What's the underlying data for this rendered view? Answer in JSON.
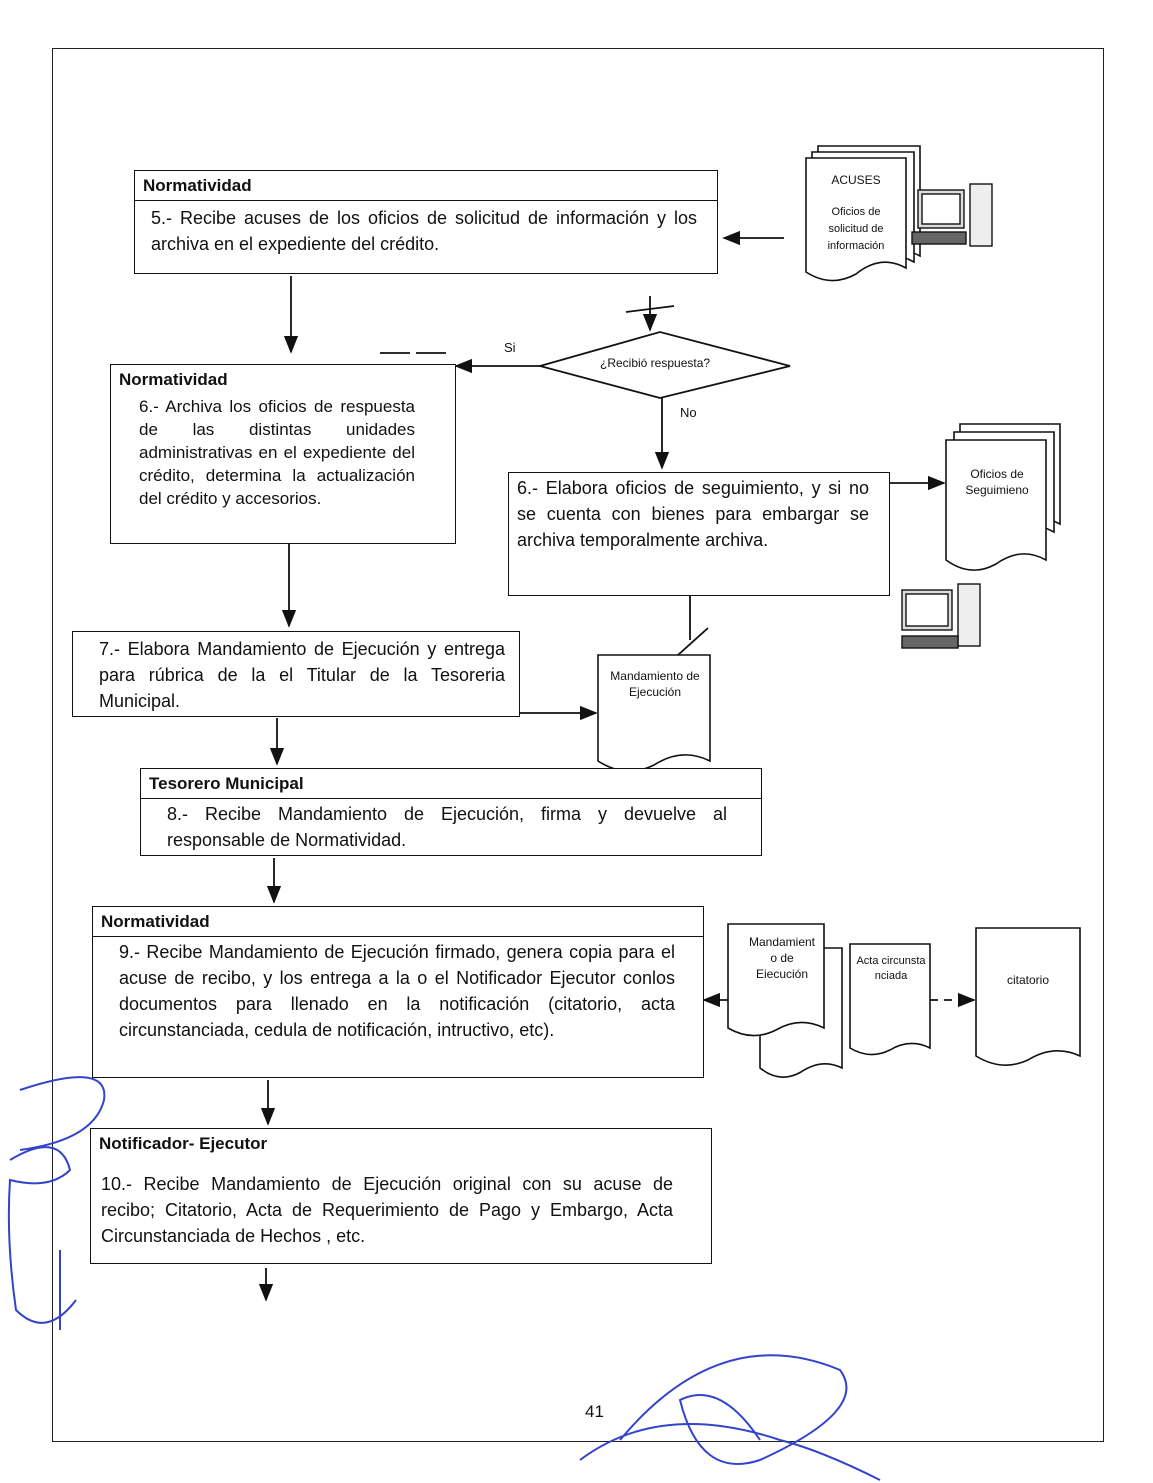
{
  "steps": {
    "s5": {
      "header": "Normatividad",
      "text": "5.- Recibe acuses de los oficios de solicitud de información y los archiva en el expediente del crédito."
    },
    "s6a": {
      "header": "Normatividad",
      "text": "6.- Archiva los oficios de respuesta de las distintas unidades administrativas en el expediente del crédito, determina la actualización del crédito y accesorios."
    },
    "s6b": {
      "text": "6.- Elabora oficios de seguimiento, y si no se cuenta con bienes para embargar se archiva temporalmente archiva."
    },
    "s7": {
      "text": "7.- Elabora Mandamiento de Ejecución y entrega para rúbrica de la el Titular de la Tesoreria Municipal."
    },
    "s8": {
      "header": "Tesorero Municipal",
      "text": "8.- Recibe Mandamiento de Ejecución, firma y devuelve al responsable de Normatividad."
    },
    "s9": {
      "header": "Normatividad",
      "text": "9.- Recibe Mandamiento de Ejecución firmado, genera copia para el acuse de recibo, y los entrega a la o el Notificador Ejecutor conlos documentos para llenado en la notificación (citatorio, acta circunstanciada, cedula de notificación, intructivo, etc)."
    },
    "s10": {
      "header": "Notificador- Ejecutor",
      "text": "10.- Recibe Mandamiento de Ejecución original con su acuse de recibo; Citatorio, Acta de Requerimiento de Pago y Embargo, Acta Circunstanciada de Hechos , etc."
    }
  },
  "decision": {
    "question": "¿Recibió respuesta?",
    "yes": "Si",
    "no": "No"
  },
  "documents": {
    "acuses_title": "ACUSES",
    "acuses_body": "Oficios de solicitud de información",
    "seguimiento": "Oficios de Seguimieno",
    "mandamiento1": "Mandamiento de Ejecución",
    "mandamiento2": "Mandamient o de Eiecución",
    "acta": "Acta circunsta nciada",
    "citatorio": "citatorio"
  },
  "page_number": "41",
  "icons": [
    "computer-icon"
  ]
}
